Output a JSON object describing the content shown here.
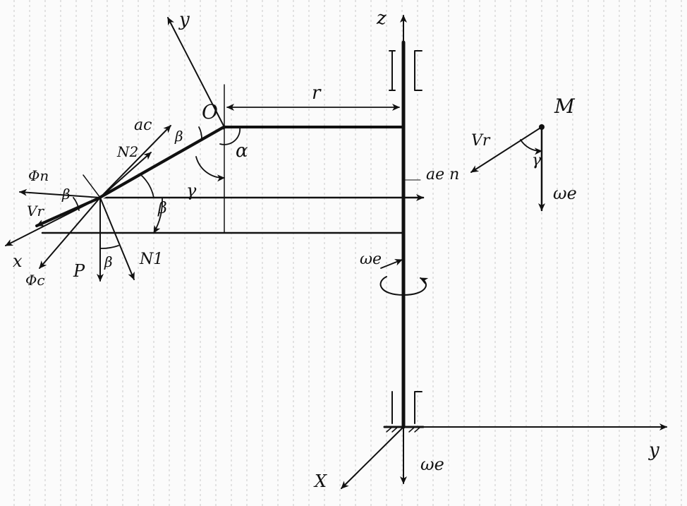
{
  "diagram": {
    "background": "#fbfbfb",
    "grid_color": "#c8c8c8",
    "ink_color": "#111111",
    "labels": {
      "z_axis": "z",
      "y_axis_upper": "y",
      "x_axis_upper": "x",
      "y_axis_lower": "y",
      "x_axis_lower": "X",
      "point_O": "O",
      "point_M": "M",
      "radius_r": "r",
      "angle_alpha": "α",
      "angle_beta_top": "β",
      "angle_beta_left": "β",
      "angle_beta_mid": "β",
      "angle_beta_low": "β",
      "angle_gamma_main": "γ",
      "angle_gamma_M": "γ",
      "force_ac": "ac",
      "force_N2": "N2",
      "force_N1": "N1",
      "force_Phi_n": "Φn",
      "force_Phi_c": "Φc",
      "force_P": "P",
      "vel_Vr_left": "Vr",
      "vel_Vr_M": "Vr",
      "accel_ae_n": "ae n",
      "omega_e_M": "ωe",
      "omega_e_rot": "ωe",
      "omega_e_base": "ωe"
    }
  }
}
